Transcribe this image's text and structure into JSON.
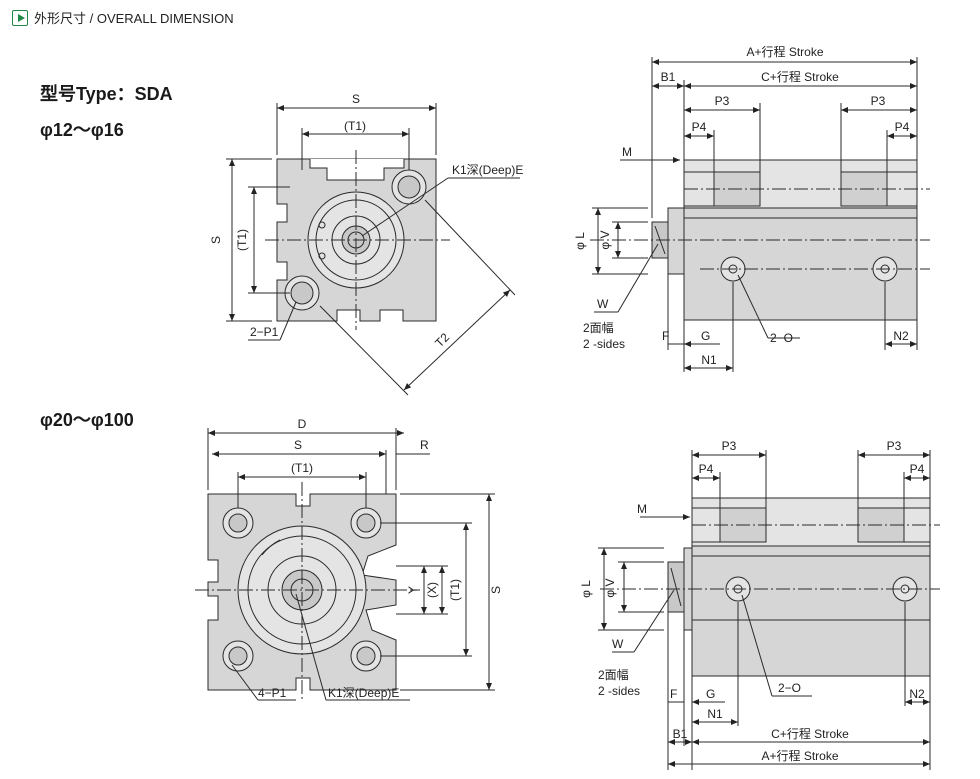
{
  "header": {
    "title": "外形尺寸 / OVERALL DIMENSION",
    "icon": "play-icon"
  },
  "type_label": "型号Type：SDA",
  "range_small": "φ12～φ16",
  "range_large": "φ20～φ100",
  "labels": {
    "S": "S",
    "T1": "(T1)",
    "T2": "T2",
    "K1": "K1深(Deep)E",
    "P1_2": "2−P1",
    "P1_4": "4−P1",
    "D": "D",
    "R": "R",
    "Y": "Y",
    "X": "(X)",
    "A_stroke": "A+行程 Stroke",
    "C_stroke": "C+行程 Stroke",
    "B1": "B1",
    "P3": "P3",
    "P4": "P4",
    "M": "M",
    "phiL": "φ L",
    "phiV": "φ V",
    "W": "W",
    "two_faces": "2面幅",
    "two_sides": "2 -sides",
    "F": "F",
    "G": "G",
    "N1": "N1",
    "O2": "2−O",
    "N2": "N2"
  },
  "colors": {
    "body": "#d6d6d6",
    "line": "#2a2a2a",
    "accent": "#1f8a46"
  }
}
